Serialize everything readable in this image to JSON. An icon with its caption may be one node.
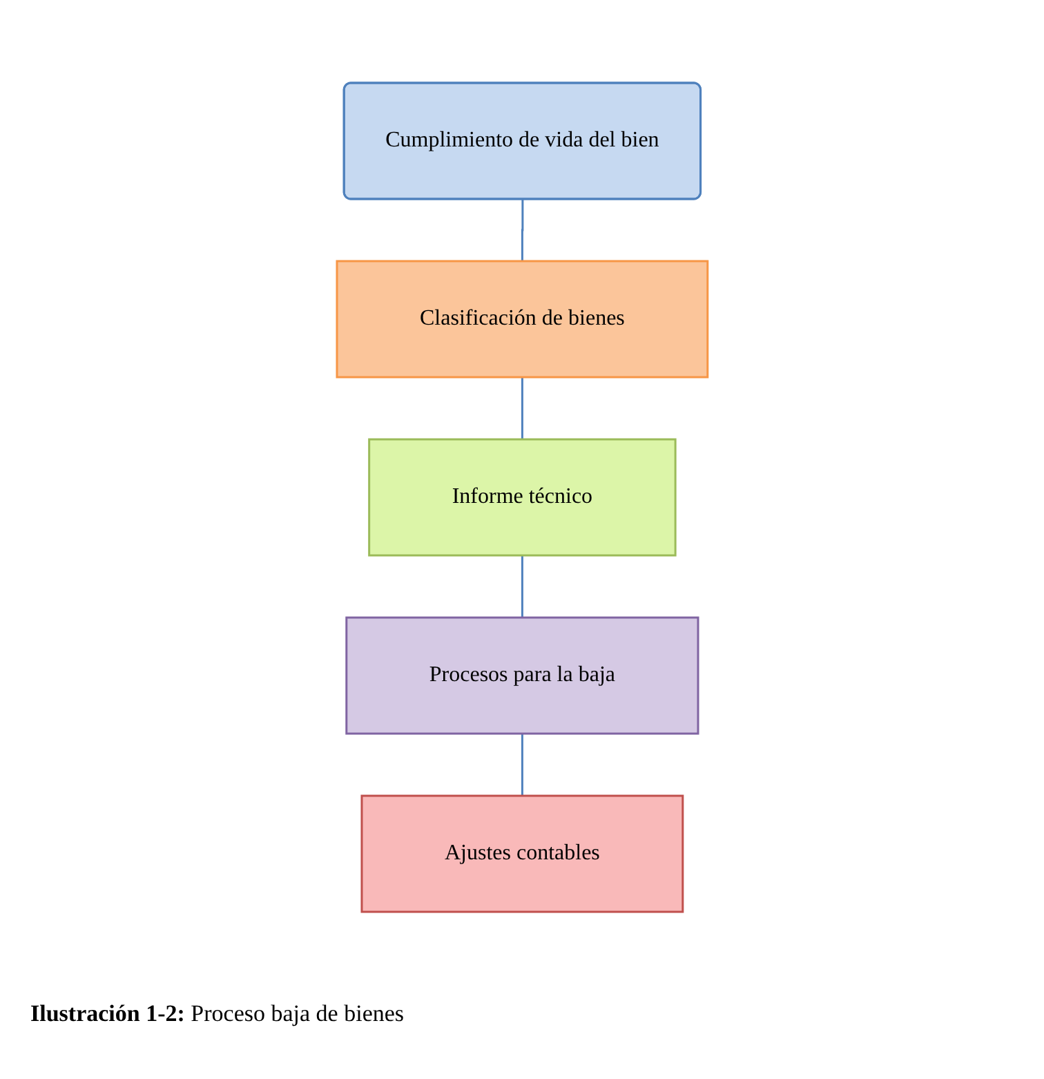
{
  "diagram": {
    "caption": "**Ilustración 1-2:** Proceso baja de bienes",
    "nodes": [
      {
        "text": [
          "Cumplimiento de vida del bien"
        ]
      },
      {
        "text": [
          "Clasificación de bienes"
        ]
      },
      {
        "text": [
          "Informe técnico"
        ]
      },
      {
        "text": [
          "Procesos para la baja"
        ]
      },
      {
        "text": [
          "Ajustes contables"
        ]
      }
    ],
    "edges": [
      {
        "from": 0,
        "to": 1,
        "arrow": "none"
      },
      {
        "from": 1,
        "to": 2,
        "arrow": "none"
      },
      {
        "from": 2,
        "to": 3,
        "arrow": "none"
      },
      {
        "from": 3,
        "to": 4,
        "arrow": "none"
      }
    ]
  }
}
